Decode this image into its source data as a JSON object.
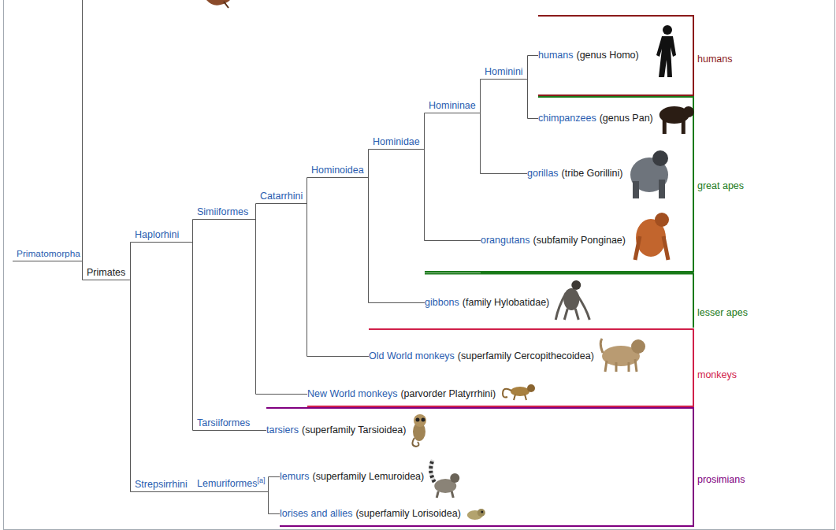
{
  "diagram": {
    "nodes": [
      {
        "text": [
          "Primatomorpha"
        ]
      },
      {
        "text": [
          "Primates"
        ]
      },
      {
        "text": [
          "Haplorhini"
        ]
      },
      {
        "text": [
          "Simiiformes"
        ]
      },
      {
        "text": [
          "Catarrhini"
        ]
      },
      {
        "text": [
          "Hominoidea"
        ]
      },
      {
        "text": [
          "Hominidae"
        ]
      },
      {
        "text": [
          "Homininae"
        ]
      },
      {
        "text": [
          "Hominini"
        ]
      },
      {
        "text": [
          "humans",
          "(genus Homo)"
        ]
      },
      {
        "text": [
          "chimpanzees",
          "(genus Pan)"
        ]
      },
      {
        "text": [
          "gorillas",
          "(tribe Gorillini)"
        ]
      },
      {
        "text": [
          "orangutans",
          "(subfamily Ponginae)"
        ]
      },
      {
        "text": [
          "gibbons",
          "(family Hylobatidae)"
        ]
      },
      {
        "text": [
          "Old World monkeys",
          "(superfamily Cercopithecoidea)"
        ]
      },
      {
        "text": [
          "New World monkeys",
          "(parvorder Platyrrhini)"
        ]
      },
      {
        "text": [
          "Tarsiiformes"
        ]
      },
      {
        "text": [
          "tarsiers",
          "(superfamily Tarsioidea)"
        ]
      },
      {
        "text": [
          "Strepsirrhini"
        ]
      },
      {
        "text": [
          "Lemuriformes",
          "[a]"
        ]
      },
      {
        "text": [
          "lemurs",
          "(superfamily Lemuroidea)"
        ]
      },
      {
        "text": [
          "lorises and allies",
          "(superfamily Lorisoidea)"
        ]
      }
    ],
    "edges": [
      {
        "from": 0,
        "to": 1,
        "arrow": "none"
      },
      {
        "from": 1,
        "to": 2,
        "arrow": "none"
      },
      {
        "from": 2,
        "to": 3,
        "arrow": "none"
      },
      {
        "from": 3,
        "to": 4,
        "arrow": "none"
      },
      {
        "from": 4,
        "to": 5,
        "arrow": "none"
      },
      {
        "from": 5,
        "to": 6,
        "arrow": "none"
      },
      {
        "from": 6,
        "to": 7,
        "arrow": "none"
      },
      {
        "from": 7,
        "to": 8,
        "arrow": "none"
      },
      {
        "from": 8,
        "to": 9,
        "arrow": "none"
      },
      {
        "from": 8,
        "to": 10,
        "arrow": "none"
      },
      {
        "from": 7,
        "to": 11,
        "arrow": "none"
      },
      {
        "from": 6,
        "to": 12,
        "arrow": "none"
      },
      {
        "from": 5,
        "to": 13,
        "arrow": "none"
      },
      {
        "from": 4,
        "to": 14,
        "arrow": "none"
      },
      {
        "from": 3,
        "to": 15,
        "arrow": "none"
      },
      {
        "from": 2,
        "to": 16,
        "arrow": "none"
      },
      {
        "from": 16,
        "to": 17,
        "arrow": "none"
      },
      {
        "from": 1,
        "to": 18,
        "arrow": "none"
      },
      {
        "from": 18,
        "to": 19,
        "arrow": "none"
      },
      {
        "from": 19,
        "to": 20,
        "arrow": "none"
      },
      {
        "from": 19,
        "to": 21,
        "arrow": "none"
      }
    ],
    "labels": [
      "humans",
      "great apes",
      "lesser apes",
      "monkeys",
      "prosimians"
    ]
  }
}
